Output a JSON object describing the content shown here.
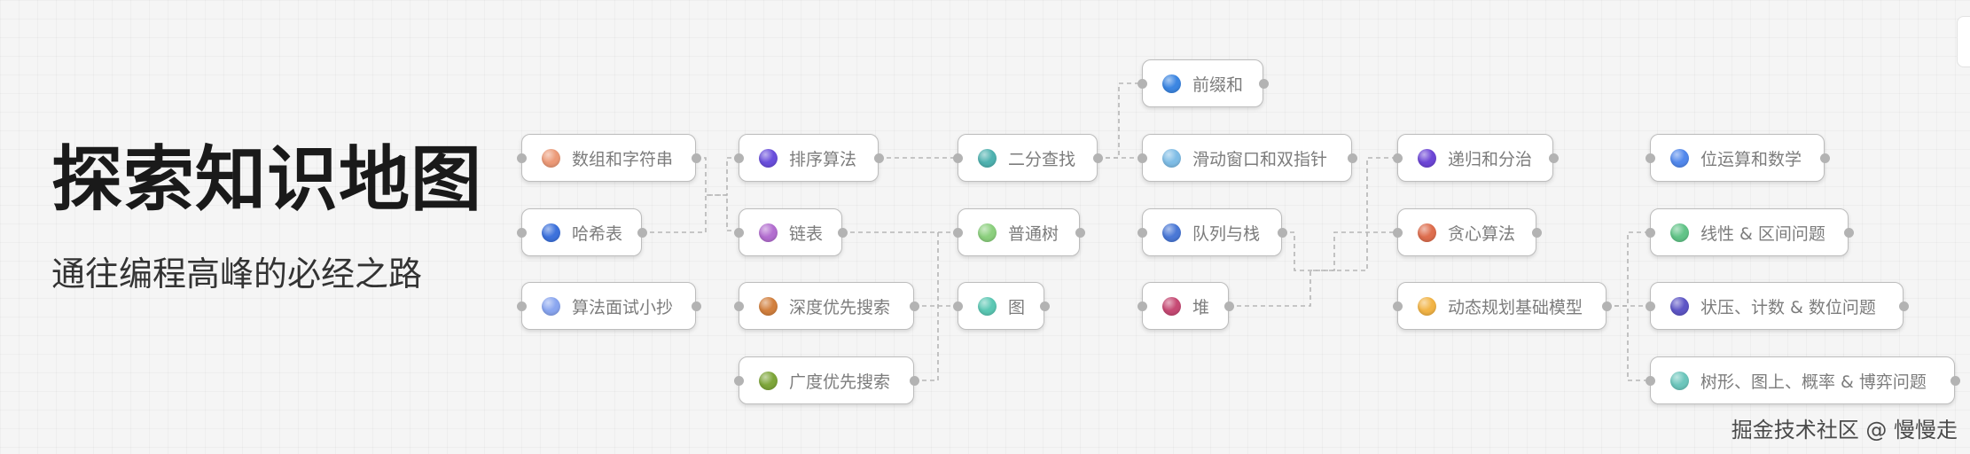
{
  "header": {
    "title": "探索知识地图",
    "subtitle": "通往编程高峰的必经之路"
  },
  "watermark": "掘金技术社区 @ 慢慢走",
  "nodes": {
    "shuzu": {
      "label": "数组和字符串",
      "color": "#ec9a78"
    },
    "haxi": {
      "label": "哈希表",
      "color": "#3d72dc"
    },
    "suanfa_xiaochao": {
      "label": "算法面试小抄",
      "color": "#8aa6f0"
    },
    "paixu": {
      "label": "排序算法",
      "color": "#6a4fdc"
    },
    "lianbiao": {
      "label": "链表",
      "color": "#b36ed0"
    },
    "shendu": {
      "label": "深度优先搜索",
      "color": "#d2803e"
    },
    "guangdu": {
      "label": "广度优先搜索",
      "color": "#7ea63a"
    },
    "erfen": {
      "label": "二分查找",
      "color": "#4fb2b0"
    },
    "putongshu": {
      "label": "普通树",
      "color": "#8cd07e"
    },
    "tu": {
      "label": "图",
      "color": "#5cc8b4"
    },
    "qianzhui": {
      "label": "前缀和",
      "color": "#3c86e2"
    },
    "huadong": {
      "label": "滑动窗口和双指针",
      "color": "#7fbde6"
    },
    "duilie": {
      "label": "队列与栈",
      "color": "#4a78d6"
    },
    "dui": {
      "label": "堆",
      "color": "#c64a74"
    },
    "digui": {
      "label": "递归和分治",
      "color": "#6d46d6"
    },
    "tanxin": {
      "label": "贪心算法",
      "color": "#de6e4e"
    },
    "dongtai": {
      "label": "动态规划基础模型",
      "color": "#f2b446"
    },
    "weiyunsuan": {
      "label": "位运算和数学",
      "color": "#5288ec"
    },
    "xianxing": {
      "label": "线性 & 区间问题",
      "color": "#62c488"
    },
    "zhuangya": {
      "label": "状压、计数 & 数位问题",
      "color": "#5e56c6"
    },
    "shuxing": {
      "label": "树形、图上、概率 & 博弈问题",
      "color": "#6cc6bc"
    }
  }
}
